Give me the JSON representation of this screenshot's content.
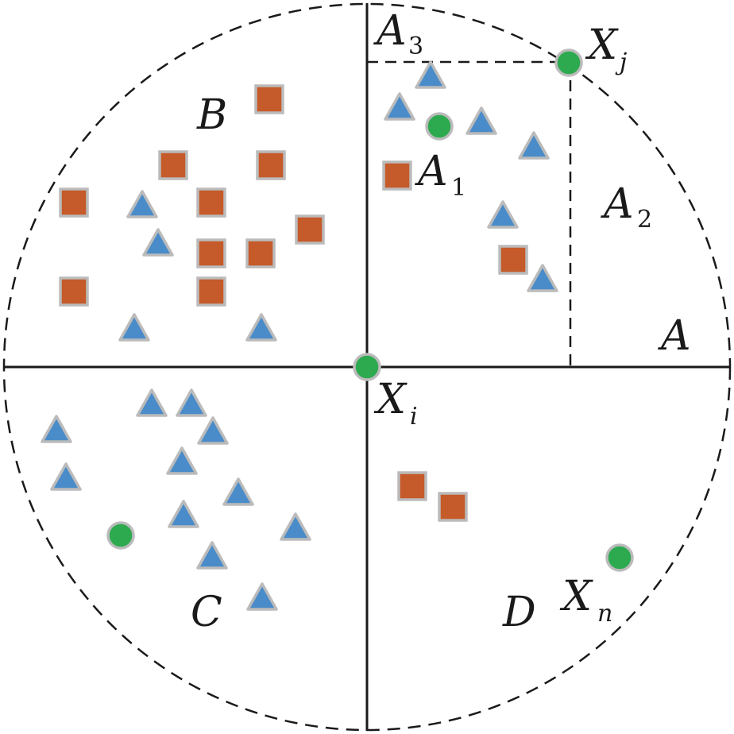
{
  "colors": {
    "square": "#C55A2A",
    "triangle": "#4A8CC9",
    "circle": "#2DAA4F",
    "outline": "#BBBBBB",
    "line": "#1a1a1a"
  },
  "labels": {
    "A": "A",
    "B": "B",
    "C": "C",
    "D": "D",
    "A1_main": "A",
    "A1_sub": "1",
    "A2_main": "A",
    "A2_sub": "2",
    "A3_main": "A",
    "A3_sub": "3",
    "Xi_main": "X",
    "Xi_sub": "i",
    "Xj_main": "X",
    "Xj_sub": "j",
    "Xn_main": "X",
    "Xn_sub": "n"
  }
}
